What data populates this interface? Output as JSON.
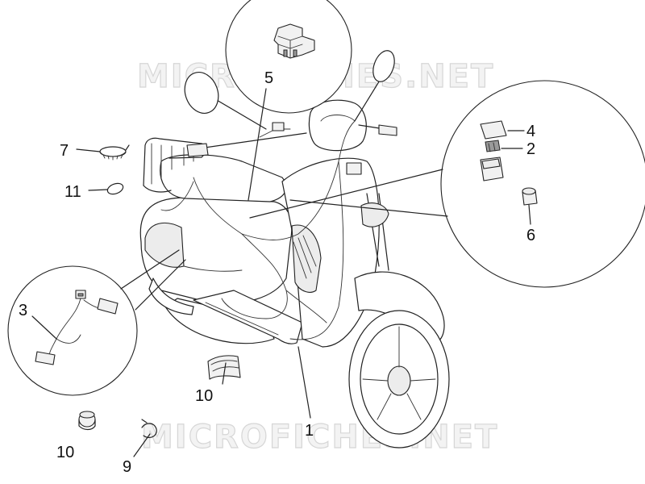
{
  "watermark": {
    "top": "MICROFICHES.NET",
    "bottom": "MICROFICHES.NET"
  },
  "callouts": {
    "c1": "1",
    "c2": "2",
    "c3": "3",
    "c4": "4",
    "c5": "5",
    "c6": "6",
    "c7": "7",
    "c9": "9",
    "c10a": "10",
    "c10b": "10",
    "c11": "11"
  },
  "colors": {
    "line": "#222222",
    "fill": "#f1f1f1",
    "watermark": "#d6d6d6"
  }
}
